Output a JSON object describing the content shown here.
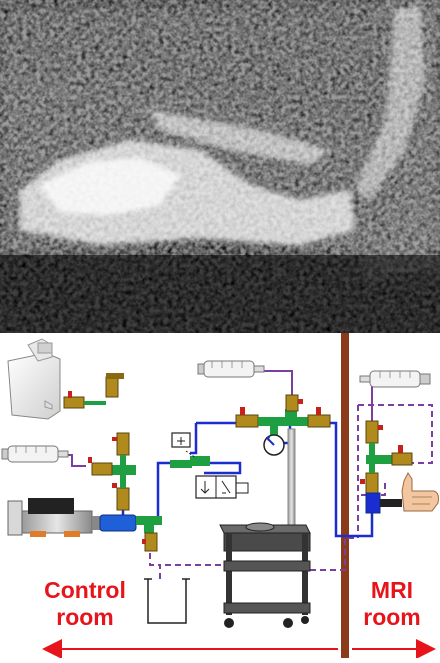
{
  "figure": {
    "top_panel": {
      "type": "grayscale MRI image"
    },
    "bottom_panel": {
      "type": "schematic of MRI-compatible perfusion setup"
    }
  },
  "labels": {
    "control_room_line1": "Control",
    "control_room_line2": "room",
    "mri_room_line1": "MRI",
    "mri_room_line2": "room"
  },
  "colors": {
    "label_red": "#e8141b",
    "wall_brown": "#8b3a1a",
    "tube_blue": "#1a2ed0",
    "tube_purple": "#7a3fa0",
    "valve_olive": "#b08a1c",
    "valve_red": "#c8201a",
    "connector_green": "#1ea042"
  },
  "icons": [
    "water-container-icon",
    "syringe-icon",
    "syringe-pump-icon",
    "pressure-gauge-icon",
    "solenoid-valve-icon",
    "instrument-cart-icon",
    "waste-beaker-icon",
    "hand-icon",
    "stopcock-icon"
  ]
}
